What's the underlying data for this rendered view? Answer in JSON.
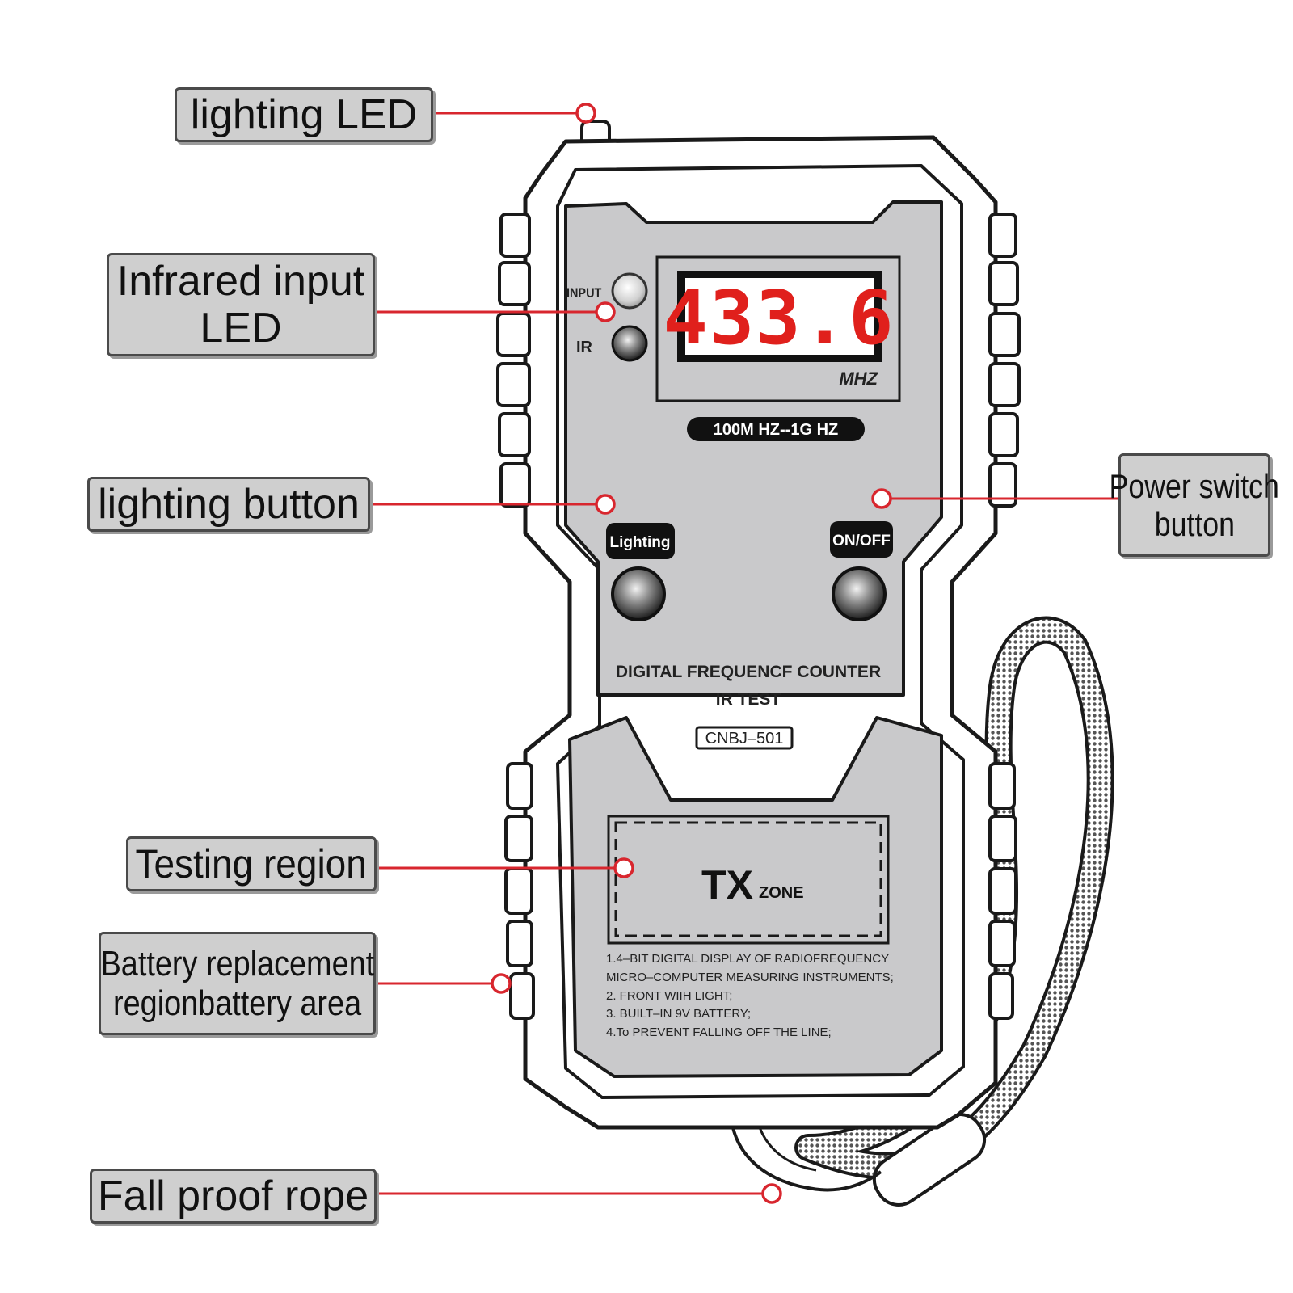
{
  "callouts": {
    "lighting_led": "lighting LED",
    "infrared_input_led": [
      "Infrared input",
      "LED"
    ],
    "lighting_button": "lighting button",
    "power_switch_button": [
      "Power switch",
      "button"
    ],
    "testing_region": "Testing region",
    "battery_area": [
      "Battery replacement",
      "regionbattery area"
    ],
    "fall_proof_rope": "Fall proof rope"
  },
  "device": {
    "input_label": "INPUT",
    "ir_label": "IR",
    "display_value": "433.6",
    "display_unit": "MHZ",
    "range_badge": "100M HZ--1G HZ",
    "lighting_button_label": "Lighting",
    "onoff_button_label": "ON/OFF",
    "title_line1": "DIGITAL FREQUENCF COUNTER",
    "title_line2": "IR TEST",
    "model": "CNBJ–501",
    "tx_big": "TX",
    "tx_small": "ZONE",
    "features": [
      "1.4–BIT DIGITAL DISPLAY OF RADIOFREQUENCY",
      "MICRO–COMPUTER MEASURING INSTRUMENTS;",
      "2. FRONT WIIH LIGHT;",
      "3. BUILT–IN 9V BATTERY;",
      "4.To PREVENT FALLING OFF THE LINE;"
    ]
  },
  "colors": {
    "leader_line": "#d8262e",
    "display_digits": "#e0201c",
    "panel_gray": "#c9c9cb",
    "outline": "#1a1a1a"
  }
}
